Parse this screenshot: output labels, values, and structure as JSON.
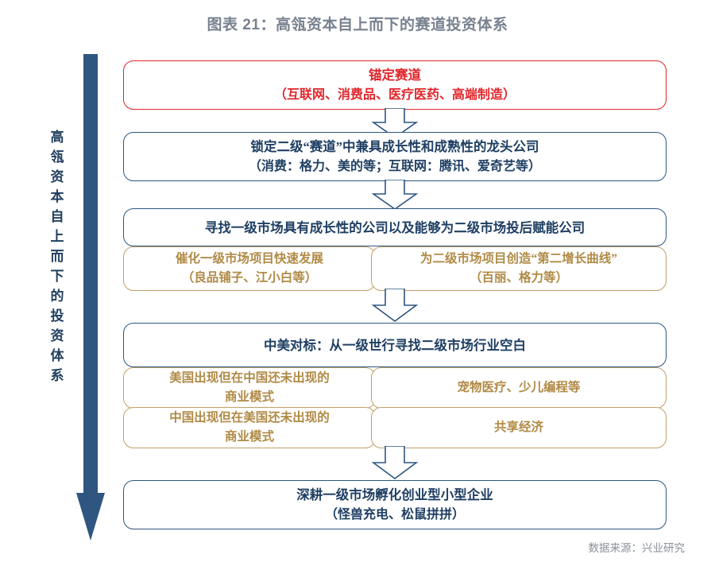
{
  "title": "图表 21：高瓴资本自上而下的赛道投资体系",
  "left_axis": {
    "label": "高瓴资本自上而下的投资体系",
    "arrow_color": "#2E5680",
    "arrow_icon": "down-arrow-icon"
  },
  "colors": {
    "title": "#78828F",
    "primary_blue": "#2E5680",
    "accent_red": "#E1262B",
    "secondary_tan": "#C2A169",
    "tan_text": "#B08A45",
    "source_text": "#8A8F98"
  },
  "nodes": {
    "anchor_track": {
      "line1": "锚定赛道",
      "line2": "（互联网、消费品、医疗医药、高端制造）"
    },
    "secondary_leaders": {
      "line1": "锁定二级“赛道”中兼具成长性和成熟性的龙头公司",
      "line2": "（消费：格力、美的等；互联网：腾讯、爱奇艺等）"
    },
    "primary_market": {
      "line1": "寻找一级市场具有成长性的公司以及能够为二级市场投后赋能公司"
    },
    "catalyze_primary": {
      "line1": "催化一级市场项目快速发展",
      "line2": "（良品铺子、江小白等）"
    },
    "second_curve": {
      "line1": "为二级市场项目创造“第二增长曲线”",
      "line2": "（百丽、格力等）"
    },
    "china_us_benchmark": {
      "line1": "中美对标：从一级世行寻找二级市场行业空白"
    },
    "us_not_china": {
      "line1": "美国出现但在中国还未出现的",
      "line2": "商业模式"
    },
    "us_not_china_example": {
      "line1": "宠物医疗、少儿编程等"
    },
    "china_not_us": {
      "line1": "中国出现但在美国还未出现的",
      "line2": "商业模式"
    },
    "china_not_us_example": {
      "line1": "共享经济"
    },
    "incubate_startups": {
      "line1": "深耕一级市场孵化创业型小型企业",
      "line2": "（怪兽充电、松鼠拼拼）"
    }
  },
  "connectors": [
    {
      "name": "connector-anchor-to-secondary",
      "icon": "down-arrow-icon"
    },
    {
      "name": "connector-secondary-to-primary",
      "icon": "down-arrow-icon"
    },
    {
      "name": "connector-subrow-to-benchmark",
      "icon": "down-arrow-icon"
    },
    {
      "name": "connector-grid-to-incubate",
      "icon": "down-arrow-icon"
    }
  ],
  "source_note": "数据来源：兴业研究"
}
